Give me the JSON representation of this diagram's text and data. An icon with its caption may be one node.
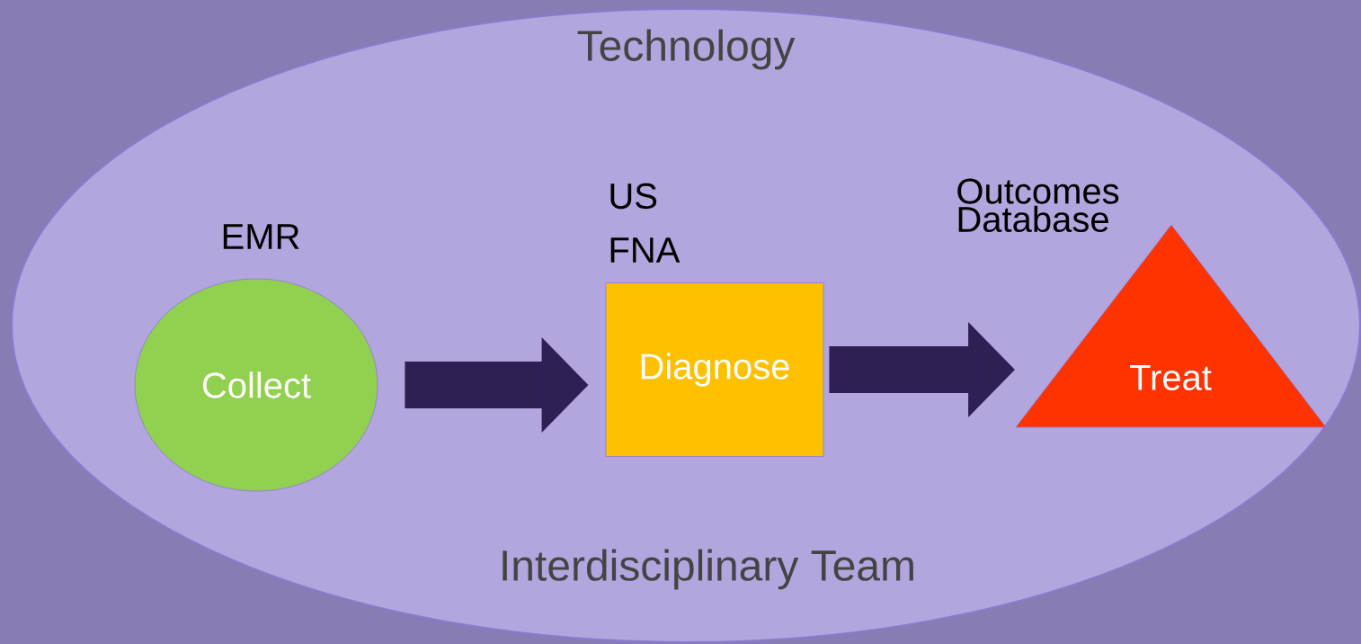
{
  "diagram": {
    "nodes": [
      {
        "text": [
          "Technology",
          "Interdisciplinary Team"
        ]
      },
      {
        "text": [
          "Collect"
        ],
        "beside": [
          "EMR"
        ],
        "in": 0
      },
      {
        "text": [
          "Diagnose"
        ],
        "beside": [
          "US",
          "FNA"
        ],
        "in": 0
      },
      {
        "text": [
          "Treat"
        ],
        "beside": [
          "Outcomes Database"
        ],
        "in": 0
      }
    ],
    "edges": [
      {
        "from": 1,
        "to": 2,
        "arrow": "to"
      },
      {
        "from": 2,
        "to": 3,
        "arrow": "to"
      }
    ]
  }
}
